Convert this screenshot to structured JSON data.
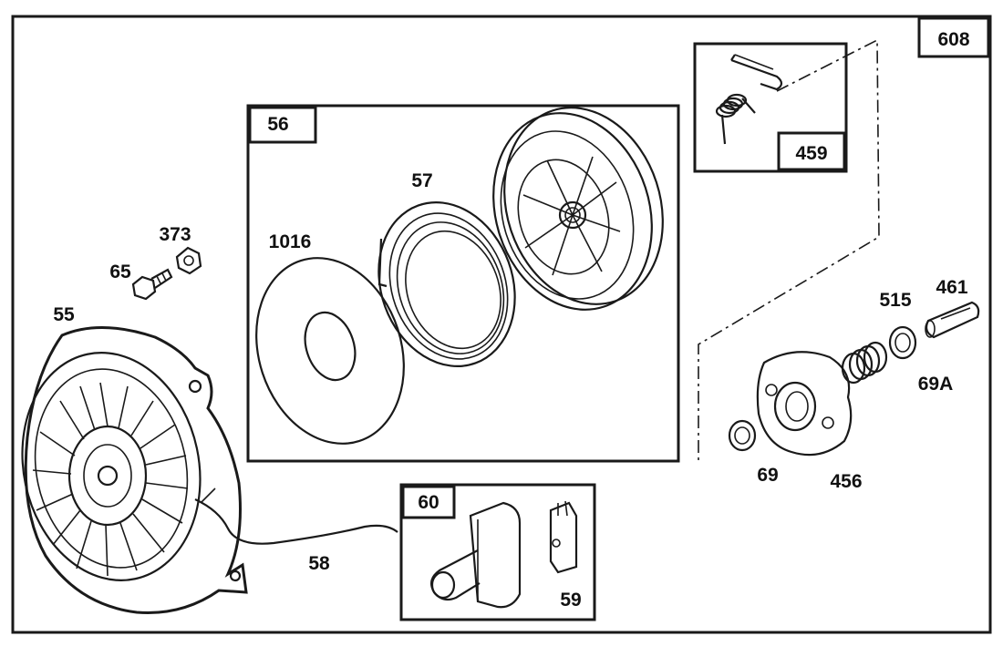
{
  "labels": {
    "p608": "608",
    "p459": "459",
    "p56": "56",
    "p57": "57",
    "p1016": "1016",
    "p373": "373",
    "p65": "65",
    "p55": "55",
    "p515": "515",
    "p461": "461",
    "p69a": "69A",
    "p69": "69",
    "p456": "456",
    "p60": "60",
    "p59": "59",
    "p58": "58"
  },
  "icons": {
    "starter_housing": "recoil-starter-housing-icon",
    "pulley": "starter-pulley-icon",
    "rewind_spring": "rewind-spring-icon",
    "spring_cup": "spring-cup-washer-icon",
    "ratchet": "starter-ratchet-icon",
    "handle": "starter-handle-icon",
    "rope": "starter-rope-icon"
  },
  "colors": {
    "line": "#1a1a1a",
    "background": "#ffffff"
  }
}
